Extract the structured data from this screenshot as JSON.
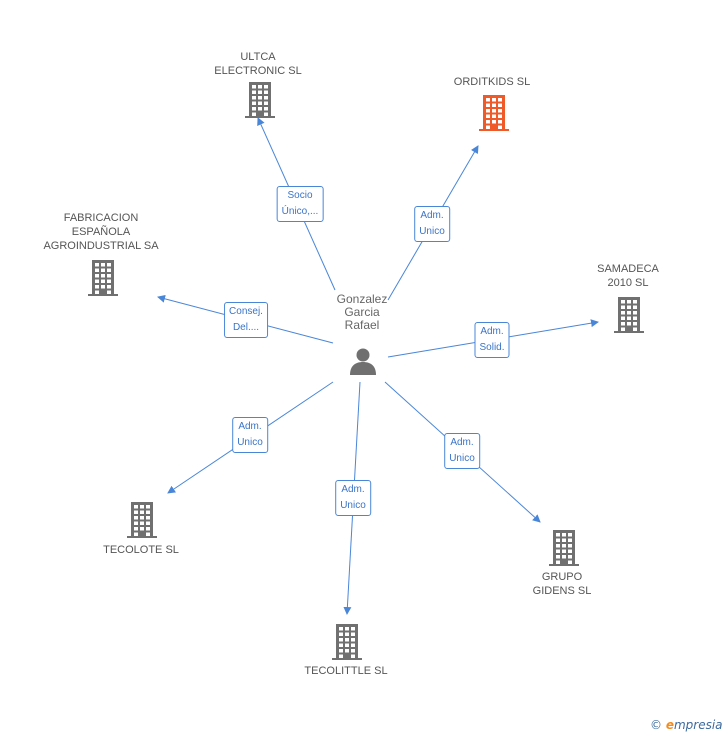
{
  "center": {
    "name_lines": [
      "Gonzalez",
      "Garcia",
      "Rafael"
    ],
    "icon": "person-icon"
  },
  "colors": {
    "edge": "#4a86d8",
    "building": "#707070",
    "building_highlight": "#f05a28",
    "role_border": "#4a86d8",
    "role_text": "#3a74c8"
  },
  "companies": [
    {
      "id": "ultca",
      "lines": [
        "ULTCA",
        "ELECTRONIC SL"
      ],
      "highlight": false,
      "role": [
        "Socio",
        "Único,..."
      ]
    },
    {
      "id": "orditkids",
      "lines": [
        "ORDITKIDS SL"
      ],
      "highlight": true,
      "role": [
        "Adm.",
        "Unico"
      ]
    },
    {
      "id": "fabricacion",
      "lines": [
        "FABRICACION",
        "ESPAÑOLA",
        "AGROINDUSTRIAL SA"
      ],
      "highlight": false,
      "role": [
        "Consej.",
        "Del...."
      ]
    },
    {
      "id": "samadeca",
      "lines": [
        "SAMADECA",
        "2010 SL"
      ],
      "highlight": false,
      "role": [
        "Adm.",
        "Solid."
      ]
    },
    {
      "id": "tecolote",
      "lines": [
        "TECOLOTE SL"
      ],
      "highlight": false,
      "role": [
        "Adm.",
        "Unico"
      ]
    },
    {
      "id": "tecolittle",
      "lines": [
        "TECOLITTLE SL"
      ],
      "highlight": false,
      "role": [
        "Adm.",
        "Unico"
      ]
    },
    {
      "id": "grupo",
      "lines": [
        "GRUPO",
        "GIDENS SL"
      ],
      "highlight": false,
      "role": [
        "Adm.",
        "Unico"
      ]
    }
  ],
  "footer": {
    "copyright": "©",
    "brand_initial": "e",
    "brand_rest": "mpresia"
  }
}
